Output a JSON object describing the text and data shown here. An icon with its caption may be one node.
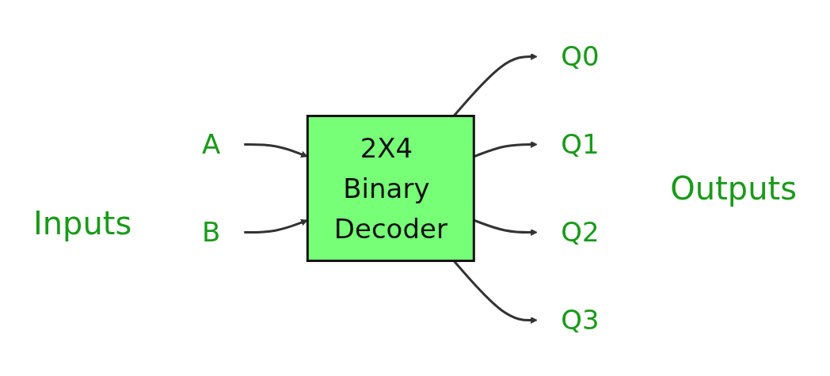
{
  "diagram": {
    "nodes": [
      {
        "text": [
          "A"
        ]
      },
      {
        "text": [
          "B"
        ]
      },
      {
        "text": [
          "2X4 Binary Decoder"
        ]
      },
      {
        "text": [
          "Q0"
        ]
      },
      {
        "text": [
          "Q1"
        ]
      },
      {
        "text": [
          "Q2"
        ]
      },
      {
        "text": [
          "Q3"
        ]
      }
    ],
    "edges": [
      {
        "from": 0,
        "to": 2,
        "arrow": "to"
      },
      {
        "from": 1,
        "to": 2,
        "arrow": "to"
      },
      {
        "from": 2,
        "to": 3,
        "arrow": "to"
      },
      {
        "from": 2,
        "to": 4,
        "arrow": "to"
      },
      {
        "from": 2,
        "to": 5,
        "arrow": "to"
      },
      {
        "from": 2,
        "to": 6,
        "arrow": "to"
      }
    ],
    "labels": [
      "Inputs",
      "Outputs"
    ]
  }
}
